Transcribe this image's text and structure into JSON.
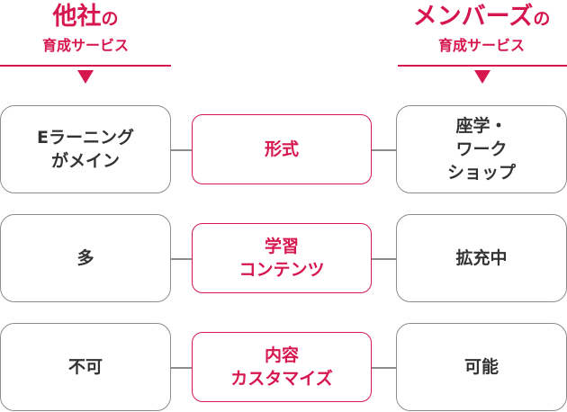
{
  "headers": {
    "left": {
      "main": "他社",
      "particle": "の",
      "sub": "育成サービス"
    },
    "right": {
      "main": "メンバーズ",
      "particle": "の",
      "sub": "育成サービス"
    }
  },
  "rows": [
    {
      "left": "Eラーニング\nがメイン",
      "center": "形式",
      "right": "座学・\nワーク\nショップ"
    },
    {
      "left": "多",
      "center": "学習\nコンテンツ",
      "right": "拡充中"
    },
    {
      "left": "不可",
      "center": "内容\nカスタマイズ",
      "right": "可能"
    }
  ],
  "colors": {
    "accent": "#d6164f",
    "border": "#8c8c8c",
    "text": "#333333"
  }
}
